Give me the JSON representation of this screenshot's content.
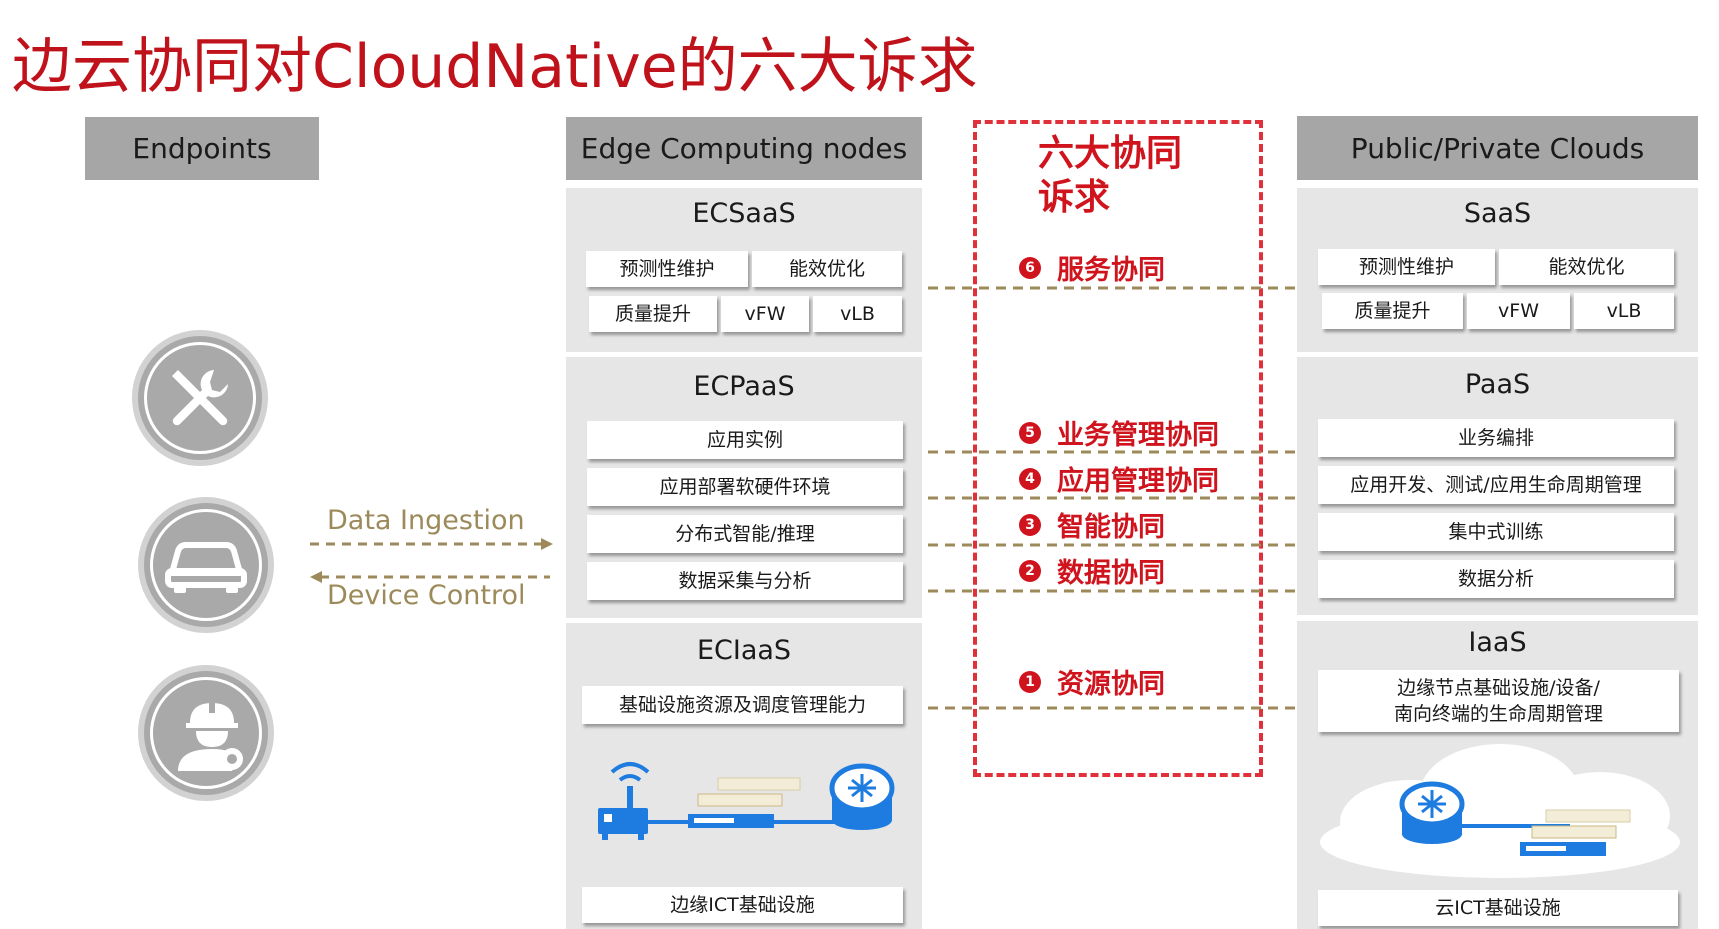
{
  "title": "边云协同对CloudNative的六大诉求",
  "columns": {
    "endpoints": "Endpoints",
    "edge": "Edge Computing nodes",
    "center": "六大协同诉求",
    "cloud": "Public/Private Clouds"
  },
  "edge": {
    "ecsaas": {
      "title": "ECSaaS",
      "items": [
        "预测性维护",
        "能效优化",
        "质量提升",
        "vFW",
        "vLB"
      ]
    },
    "ecpaas": {
      "title": "ECPaaS",
      "items": [
        "应用实例",
        "应用部署软硬件环境",
        "分布式智能/推理",
        "数据采集与分析"
      ]
    },
    "eciaas": {
      "title": "ECIaaS",
      "items": [
        "基础设施资源及调度管理能力"
      ],
      "footer": "边缘ICT基础设施"
    }
  },
  "cloud": {
    "saas": {
      "title": "SaaS",
      "items": [
        "预测性维护",
        "能效优化",
        "质量提升",
        "vFW",
        "vLB"
      ]
    },
    "paas": {
      "title": "PaaS",
      "items": [
        "业务编排",
        "应用开发、测试/应用生命周期管理",
        "集中式训练",
        "数据分析"
      ]
    },
    "iaas": {
      "title": "IaaS",
      "items": [
        "边缘节点基础设施/设备/\n南向终端的生命周期管理"
      ],
      "footer": "云ICT基础设施"
    }
  },
  "requirements": [
    {
      "num": "6",
      "label": "服务协同"
    },
    {
      "num": "5",
      "label": "业务管理协同"
    },
    {
      "num": "4",
      "label": "应用管理协同"
    },
    {
      "num": "3",
      "label": "智能协同"
    },
    {
      "num": "2",
      "label": "数据协同"
    },
    {
      "num": "1",
      "label": "资源协同"
    }
  ],
  "flows": {
    "ingestion": "Data Ingestion",
    "control": "Device Control"
  },
  "icons": {
    "endpoint1": "tools-icon",
    "endpoint2": "car-icon",
    "endpoint3": "worker-gear-icon"
  },
  "colors": {
    "title": "#c0121b",
    "accent": "#d0141d",
    "dashed_line": "#9c8a5a",
    "blue": "#1e7be0"
  }
}
